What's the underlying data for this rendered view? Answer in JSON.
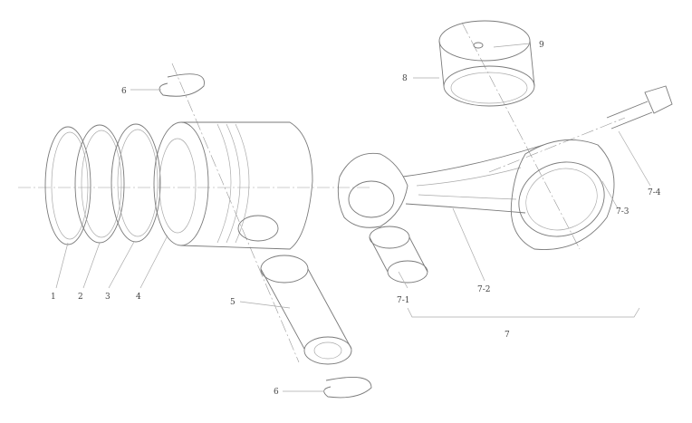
{
  "labels": {
    "ring1": "1",
    "ring2": "2",
    "ring3": "3",
    "ring4": "4",
    "pin": "5",
    "circlip_top": "6",
    "circlip_bottom": "6",
    "conrod_assembly": "7",
    "small_end_bush": "7-1",
    "rod_body": "7-2",
    "rod_cap": "7-3",
    "bolt": "7-4",
    "bearing_shell": "8",
    "oil_hole": "9"
  }
}
